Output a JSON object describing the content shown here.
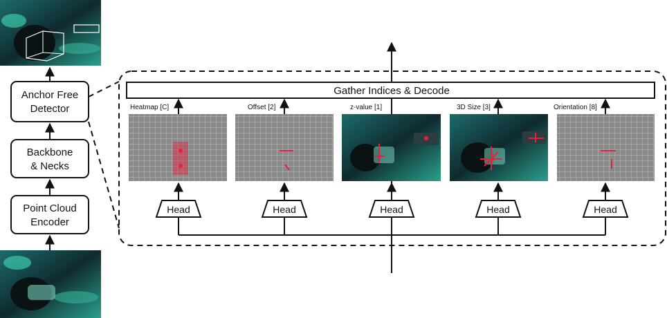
{
  "pipeline": {
    "detector_line1": "Anchor Free",
    "detector_line2": "Detector",
    "backbone_line1": "Backbone",
    "backbone_line2": "& Necks",
    "encoder_line1": "Point Cloud",
    "encoder_line2": "Encoder"
  },
  "detector_detail": {
    "gather_label": "Gather Indices & Decode",
    "outputs": [
      {
        "label": "Heatmap [C]",
        "head": "Head"
      },
      {
        "label": "Offset [2]",
        "head": "Head"
      },
      {
        "label": "z-value [1]",
        "head": "Head"
      },
      {
        "label": "3D Size [3]",
        "head": "Head"
      },
      {
        "label": "Orientation [8]",
        "head": "Head"
      }
    ]
  },
  "colors": {
    "scene_dark": "#0f2a2f",
    "scene_teal": "#2fb8a0",
    "grid_gray": "#8a8a8a",
    "marker_red": "#e8203a",
    "line": "#111111"
  }
}
